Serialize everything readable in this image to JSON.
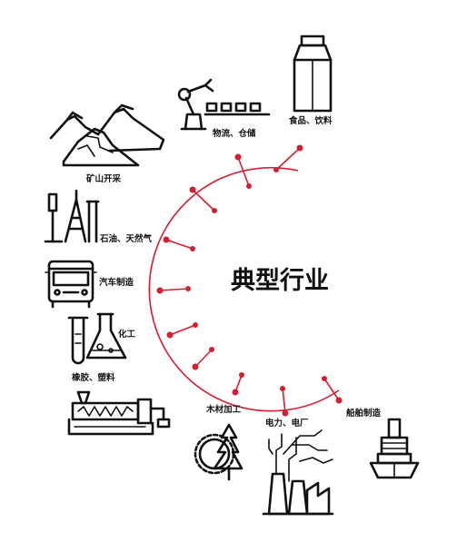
{
  "title": "典型行业",
  "accent_color": "#d41f33",
  "industries": [
    {
      "label": "食品、饮料",
      "icon": "milk-carton-icon"
    },
    {
      "label": "物流、仓储",
      "icon": "robot-arm-conveyor-icon"
    },
    {
      "label": "矿山开采",
      "icon": "mountains-icon"
    },
    {
      "label": "石油、天然气",
      "icon": "oil-derrick-icon"
    },
    {
      "label": "汽车制造",
      "icon": "bus-icon"
    },
    {
      "label": "化工",
      "icon": "chemistry-flask-icon"
    },
    {
      "label": "橡胶、塑料",
      "icon": "extruder-machine-icon"
    },
    {
      "label": "木材加工",
      "icon": "saw-blade-tree-icon"
    },
    {
      "label": "电力、电厂",
      "icon": "power-plant-icon"
    },
    {
      "label": "船舶制造",
      "icon": "cargo-ship-icon"
    }
  ]
}
